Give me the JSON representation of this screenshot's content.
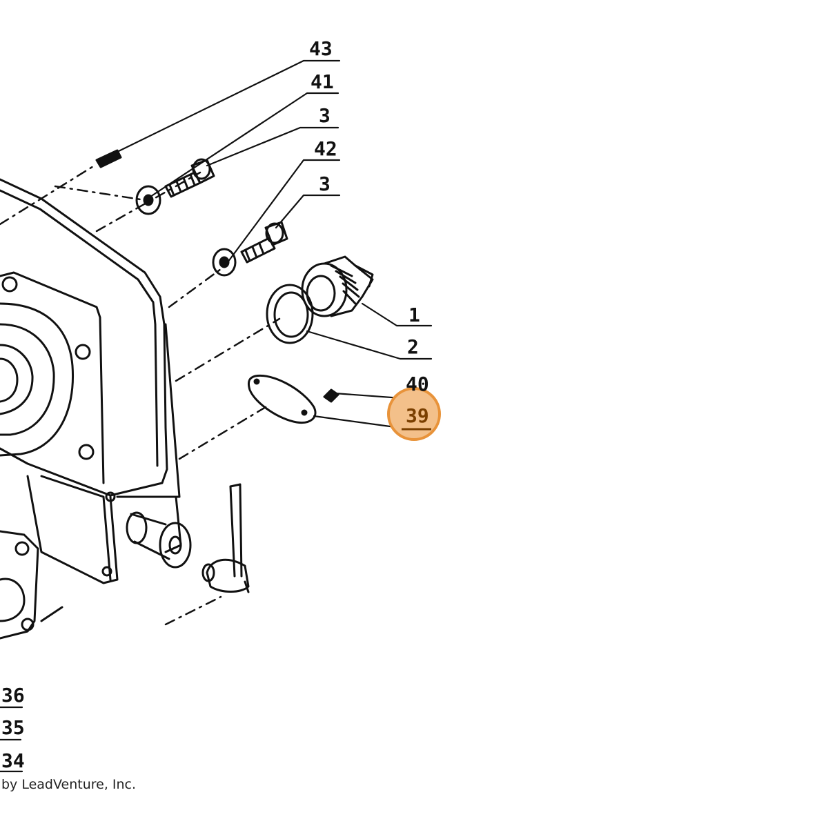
{
  "callouts": {
    "c43": "43",
    "c41": "41",
    "c3a": "3",
    "c42": "42",
    "c3b": "3",
    "c1": "1",
    "c2": "2",
    "c40": "40",
    "c39": "39",
    "c36": "36",
    "c35": "35",
    "c34": "34"
  },
  "highlight": {
    "part": "39",
    "color": "#e8933a",
    "fill": "#f3c08a"
  },
  "copyright": "by LeadVenture, Inc."
}
